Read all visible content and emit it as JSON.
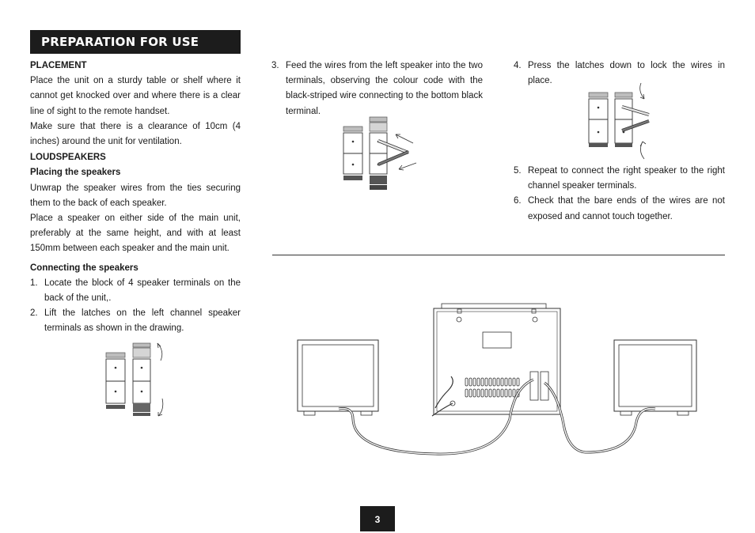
{
  "header": {
    "title": "PREPARATION FOR USE"
  },
  "placement": {
    "heading": "PLACEMENT",
    "para1": "Place the unit on a sturdy table or shelf where it cannot get knocked over and where there is a clear line of sight to the remote handset.",
    "para2": "Make sure that there is a clearance of 10cm (4 inches) around the unit for ventilation."
  },
  "loudspeakers": {
    "heading": "LOUDSPEAKERS",
    "placing_heading": "Placing the speakers",
    "placing_para1": "Unwrap the speaker wires from the ties securing them to the back of each speaker.",
    "placing_para2": "Place a speaker on either side of the main unit, preferably at the same height, and with at least 150mm between each speaker and the main unit.",
    "connecting_heading": "Connecting the speakers"
  },
  "steps": [
    {
      "num": "1.",
      "text": "Locate the block of 4 speaker terminals on the back of the unit,."
    },
    {
      "num": "2.",
      "text": "Lift the latches on the left channel speaker terminals as shown in the drawing."
    },
    {
      "num": "3.",
      "text": "Feed the wires from the left speaker into the two terminals, observing the colour code with the black-striped wire connecting to the bottom black terminal."
    },
    {
      "num": "4.",
      "text": "Press the latches down to lock the wires in place."
    },
    {
      "num": "5.",
      "text": "Repeat to connect the right speaker to the right channel speaker terminals."
    },
    {
      "num": "6.",
      "text": "Check that the bare ends of the wires are not exposed and cannot touch together."
    }
  ],
  "footer": {
    "page_number": "3"
  },
  "colors": {
    "banner_bg": "#1c1c1c",
    "banner_text": "#ffffff",
    "text": "#1a1a1a",
    "terminal_black": "#555555",
    "terminal_grey": "#bdbdbd"
  }
}
